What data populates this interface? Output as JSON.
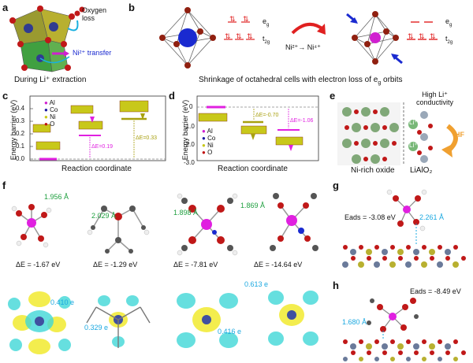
{
  "panels": {
    "a": {
      "letter": "a",
      "oxygen_loss": "Oxygen loss",
      "ni_transfer": "Ni²⁺ transfer",
      "caption": "During Li⁺ extraction"
    },
    "b": {
      "letter": "b",
      "eg": "e",
      "eg_sub": "g",
      "t2g": "t",
      "t2g_sub": "2g",
      "reaction": "Ni²⁺→ Ni⁴⁺",
      "caption": "Shrinkage of octahedral cells with electron loss of e",
      "caption_sub": "g",
      "caption_end": " orbits"
    },
    "c": {
      "letter": "c",
      "legend": [
        "Al",
        "Co",
        "Ni",
        "O"
      ],
      "legend_colors": [
        "#d020d0",
        "#1a1aa0",
        "#c8c81a",
        "#c01010"
      ],
      "ylabel": "Energy barrier (eV)",
      "xlabel": "Reaction coordinate",
      "yticks": [
        "0.4",
        "0.3",
        "0.2",
        "0.1",
        "0.0"
      ],
      "annot1": "ΔE=0.19",
      "annot2": "ΔE=0.33"
    },
    "d": {
      "letter": "d",
      "legend": [
        "Al",
        "Co",
        "Ni",
        "O"
      ],
      "ylabel": "Energy barrier (eV)",
      "xlabel": "Reaction coordinate",
      "yticks": [
        "0",
        "-1.0",
        "-2.0",
        "-3.0"
      ],
      "annot1": "ΔE=-0.70",
      "annot2": "ΔE=-1.06"
    },
    "e": {
      "letter": "e",
      "high_li": "High Li⁺",
      "conductivity": "conductivity",
      "hf": "HF",
      "li_label": "Li⁺",
      "left_caption": "Ni-rich oxide",
      "right_caption": "LiAlO₂"
    },
    "f": {
      "letter": "f",
      "distances": [
        "1.956 Å",
        "2.029 Å",
        "1.898 Å",
        "1.869 Å"
      ],
      "energies": [
        "ΔE = -1.67 eV",
        "ΔE = -1.29 eV",
        "ΔE = -7.81 eV",
        "ΔE = -14.64 eV"
      ],
      "charges": [
        "0.410 e",
        "0.329 e",
        "0.416 e",
        "0.613 e"
      ]
    },
    "g": {
      "letter": "g",
      "eads": "Eads = -3.08 eV",
      "dist": "2.261 Å"
    },
    "h": {
      "letter": "h",
      "eads": "Eads = -8.49 eV",
      "dist": "1.680 Å"
    }
  },
  "colors": {
    "magenta": "#e020e0",
    "olive": "#a8a010",
    "green": "#20a040",
    "cyan": "#1aa8e0",
    "red": "#e02020",
    "blue": "#1a2ad0"
  }
}
